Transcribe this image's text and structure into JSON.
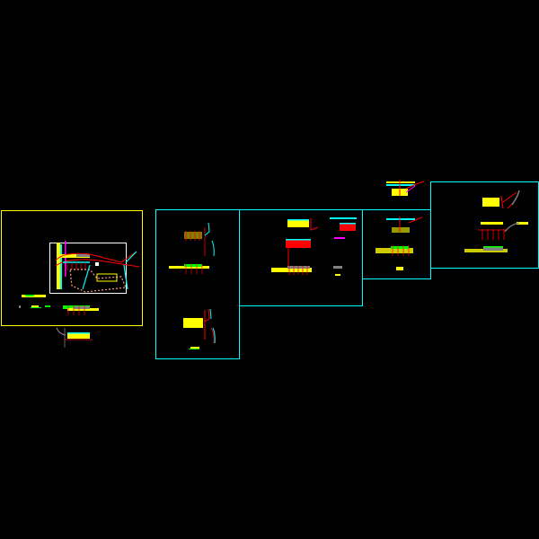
{
  "canvas": {
    "background": "#000000"
  },
  "colors": {
    "frame_main": "#ffff00",
    "frame_sheet": "#00ffff",
    "viewport": "#ffffff",
    "wall": "#ff0000",
    "fill": "#ffff00",
    "pipe": "#00ffff",
    "accent": "#ff00ff",
    "ground": "#00ff00",
    "soil": "#ff9980",
    "muted": "#808080"
  },
  "sheets": [
    {
      "name": "site-plan-sheet"
    },
    {
      "name": "section-sheet-1"
    },
    {
      "name": "section-sheet-2"
    },
    {
      "name": "section-sheet-3"
    },
    {
      "name": "section-sheet-4"
    }
  ]
}
